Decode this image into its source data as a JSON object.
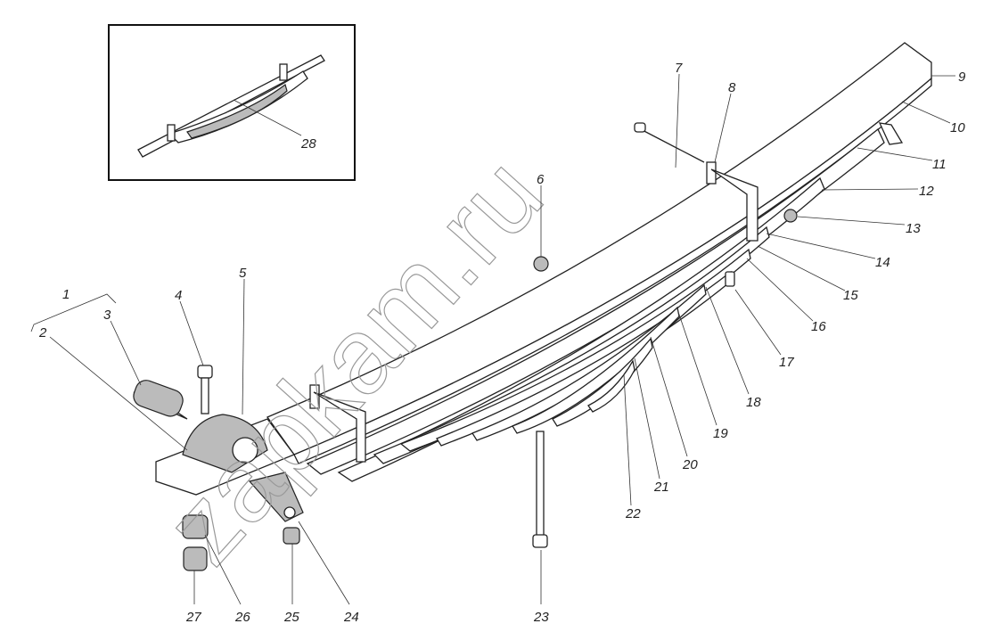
{
  "title": "Leaf spring assembly exploded view",
  "watermark": "zapkam.ru",
  "labels": [
    "1",
    "2",
    "3",
    "4",
    "5",
    "6",
    "7",
    "8",
    "9",
    "10",
    "11",
    "12",
    "13",
    "14",
    "15",
    "16",
    "17",
    "18",
    "19",
    "20",
    "21",
    "22",
    "23",
    "24",
    "25",
    "26",
    "27",
    "28"
  ]
}
